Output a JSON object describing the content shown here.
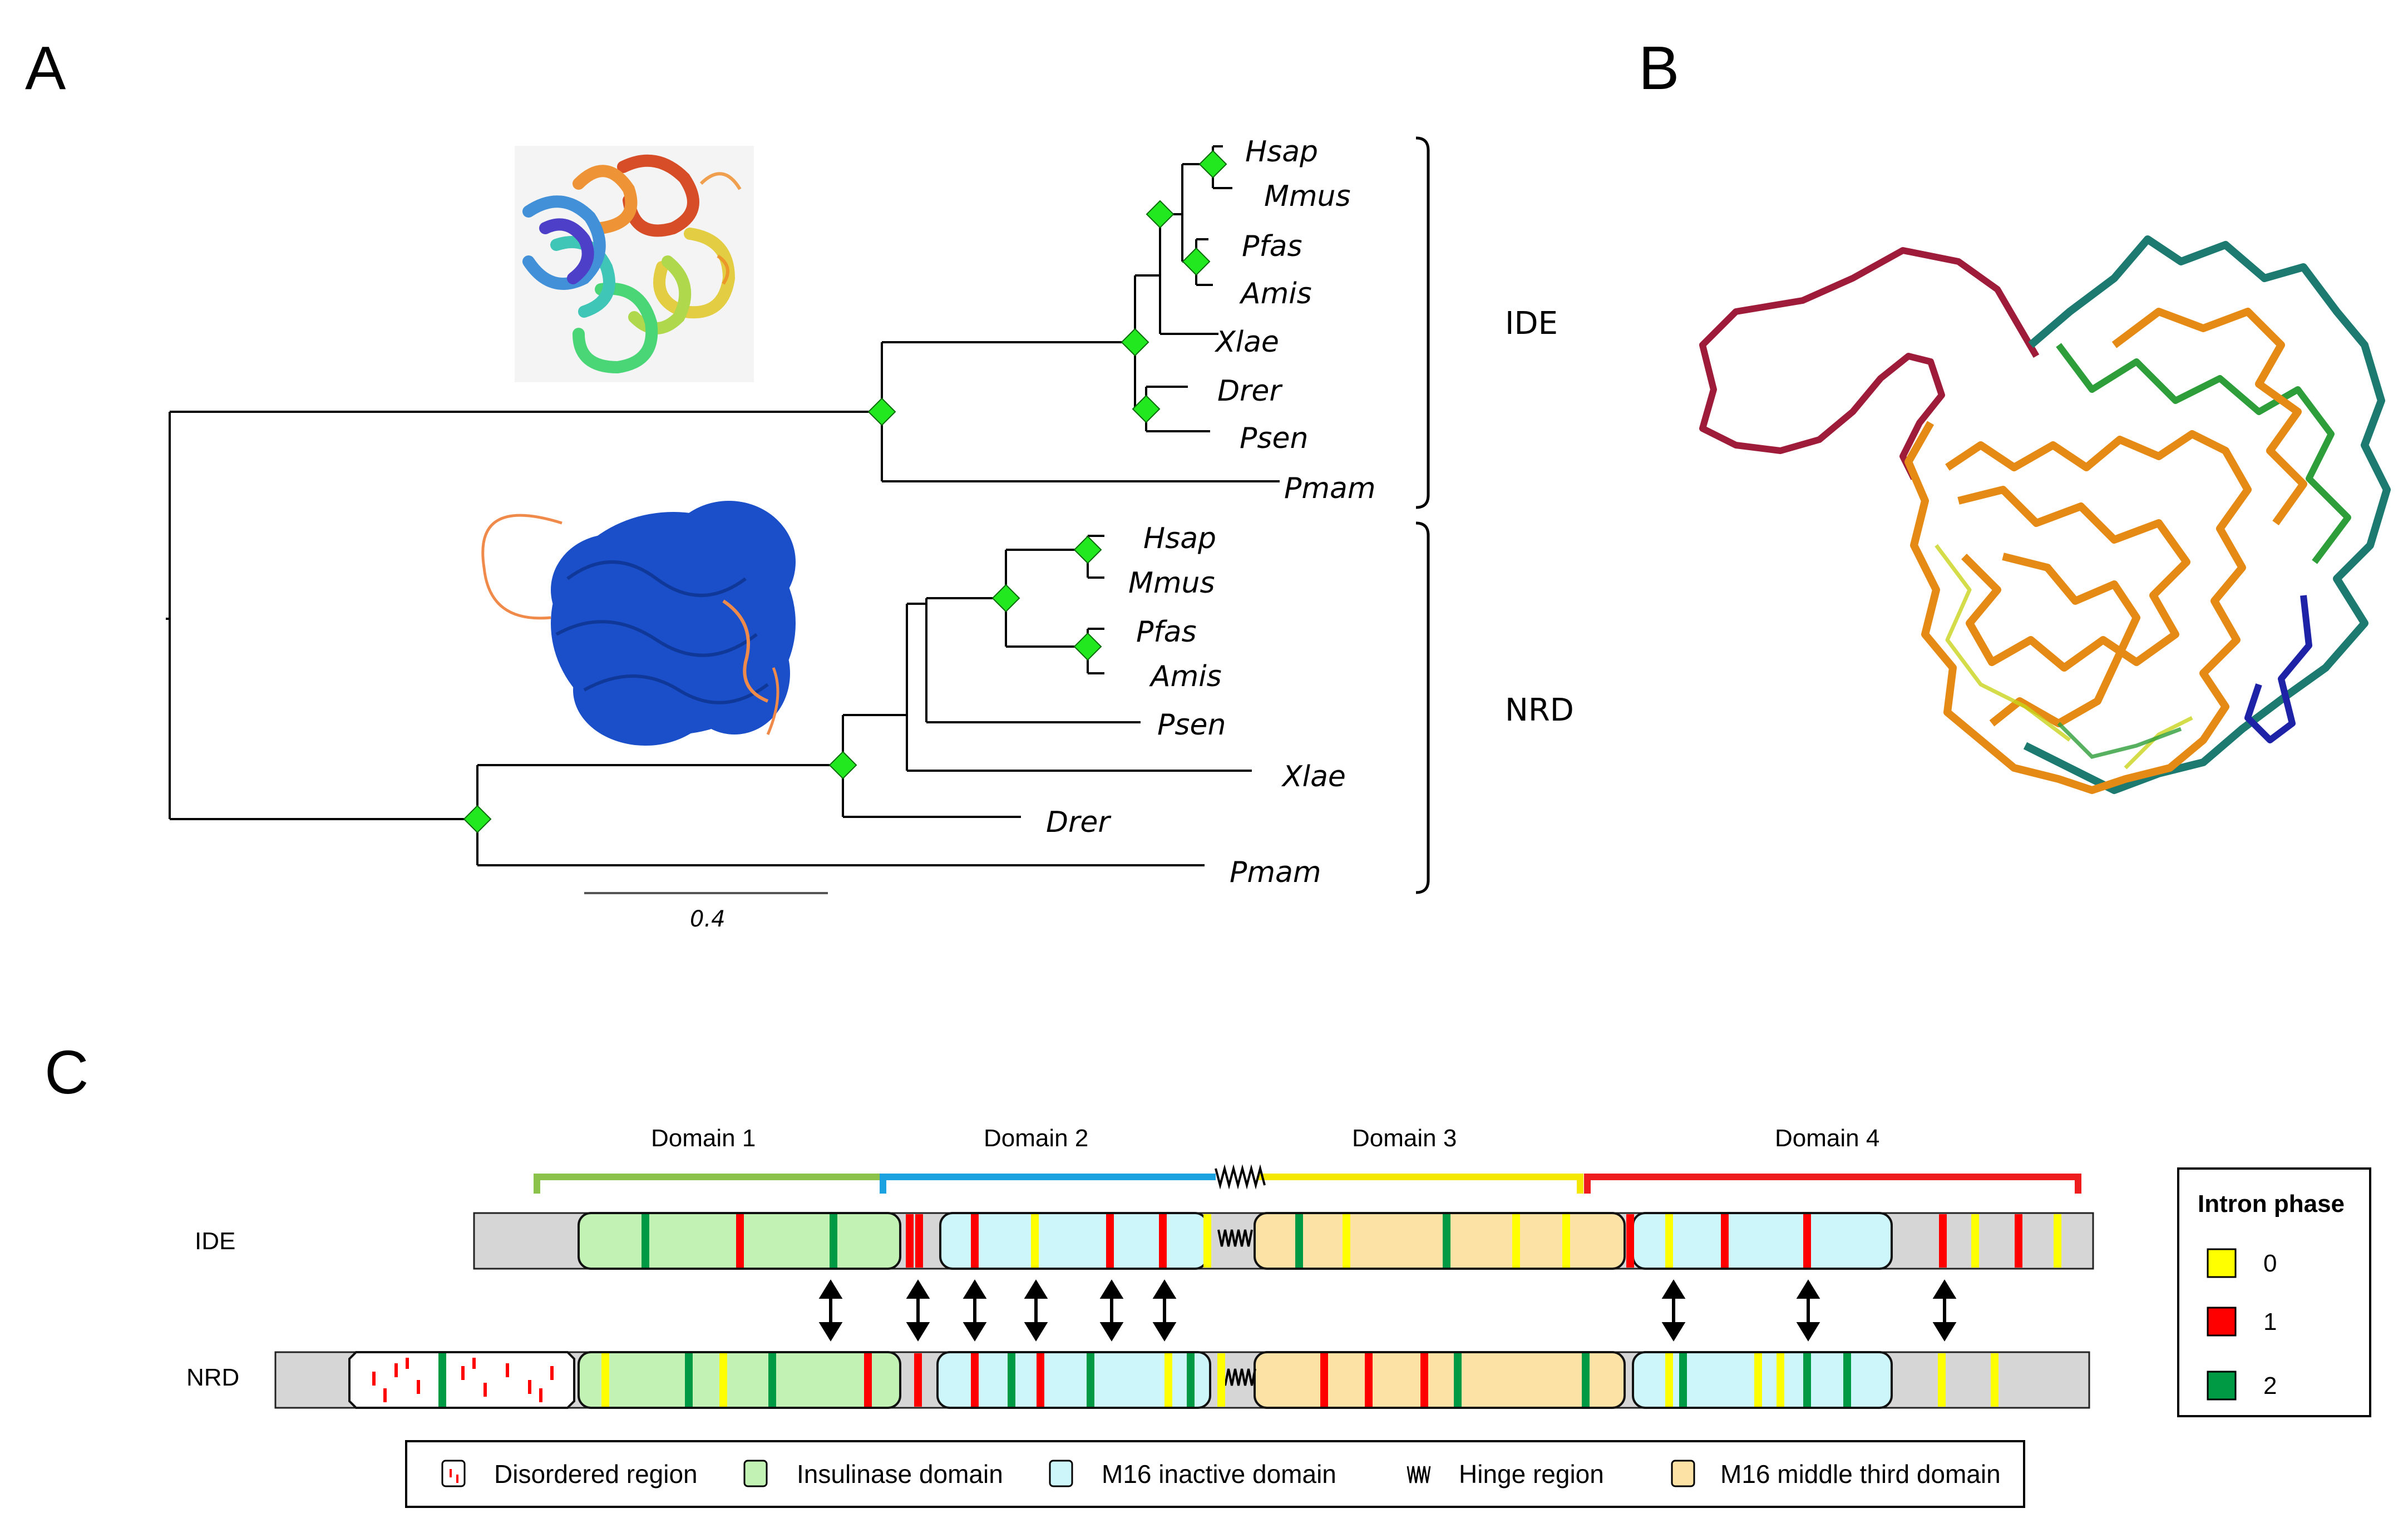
{
  "panels": {
    "a": "A",
    "b": "B",
    "c": "C"
  },
  "tree": {
    "ide_label": "IDE",
    "nrd_label": "NRD",
    "ide_tips": [
      "Hsap",
      "Mmus",
      "Pfas",
      "Amis",
      "Xlae",
      "Drer",
      "Psen",
      "Pmam"
    ],
    "nrd_tips": [
      "Hsap",
      "Mmus",
      "Pfas",
      "Amis",
      "Psen",
      "Xlae",
      "Drer",
      "Pmam"
    ],
    "scale_label": "0.4",
    "node_color": "#22e81f"
  },
  "structure_colors": {
    "ide_rainbow": [
      "#3b2cc4",
      "#2f86d6",
      "#2cc2b0",
      "#38d36a",
      "#a8d63a",
      "#e2c92f",
      "#ee8a23",
      "#d33b12"
    ],
    "nrd_main": "#1a4fc9",
    "nrd_loop": "#f08a4a",
    "overlay": [
      "#e58a14",
      "#2d9e3a",
      "#1c7a70",
      "#1d22a6",
      "#9e1b3a"
    ]
  },
  "domains": {
    "labels": [
      "Domain 1",
      "Domain 2",
      "Domain 3",
      "Domain 4"
    ],
    "bracket_colors": [
      "#8bc34a",
      "#1aa2e0",
      "#f5e800",
      "#ee1c1c"
    ]
  },
  "rows": {
    "ide": "IDE",
    "nrd": "NRD"
  },
  "legend": {
    "items": [
      "Disordered region",
      "Insulinase domain",
      "M16 inactive domain",
      "Hinge region",
      "M16 middle third domain"
    ]
  },
  "intron_phase": {
    "title": "Intron phase",
    "phases": [
      {
        "label": "0",
        "color": "#ffff00"
      },
      {
        "label": "1",
        "color": "#ff0000"
      },
      {
        "label": "2",
        "color": "#009944"
      }
    ]
  },
  "colors": {
    "insulinase": "#c3f3b4",
    "m16_inactive": "#cdf6fb",
    "m16_middle": "#fde2a6",
    "backbone": "#d6d6d6"
  }
}
